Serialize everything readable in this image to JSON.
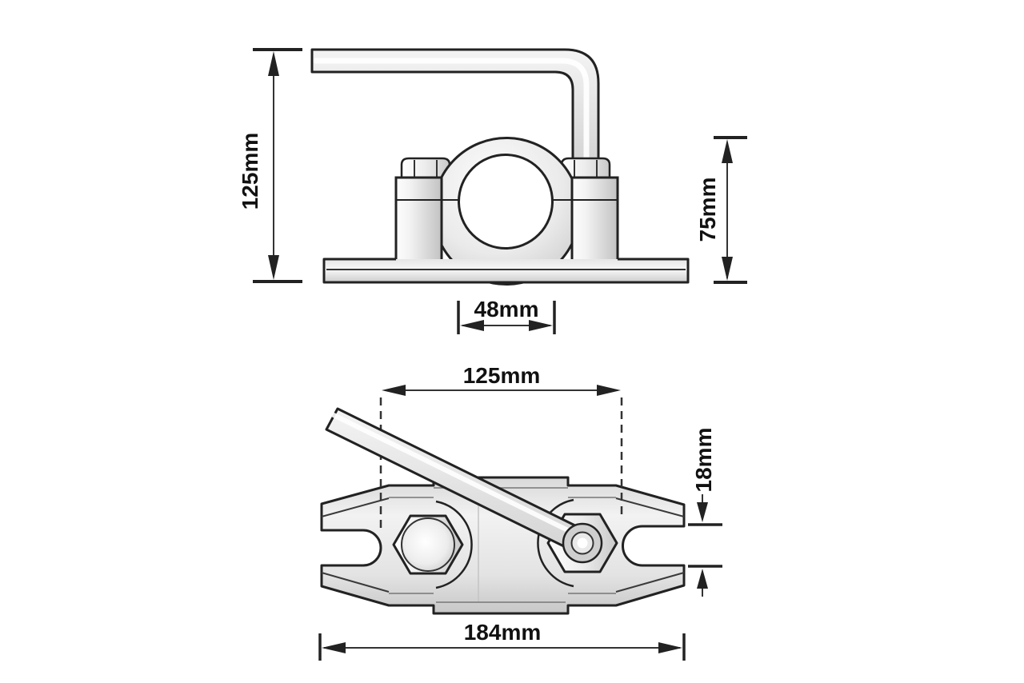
{
  "drawing": {
    "description": "Two-view technical drawing of a pipe/bar clamp with locking lever handle",
    "line_color": "#222222",
    "metal_light": "#f6f6f6",
    "metal_dark": "#c6c6c6",
    "background": "#ffffff",
    "views": {
      "front": {
        "label": "front-view",
        "dimensions": {
          "overall_height": "125mm",
          "clamp_height": "75mm",
          "bore_diameter": "48mm"
        }
      },
      "plan": {
        "label": "plan-view",
        "dimensions": {
          "edge_spacing": "125mm",
          "slot_width": "18mm",
          "overall_length": "184mm"
        }
      }
    }
  }
}
